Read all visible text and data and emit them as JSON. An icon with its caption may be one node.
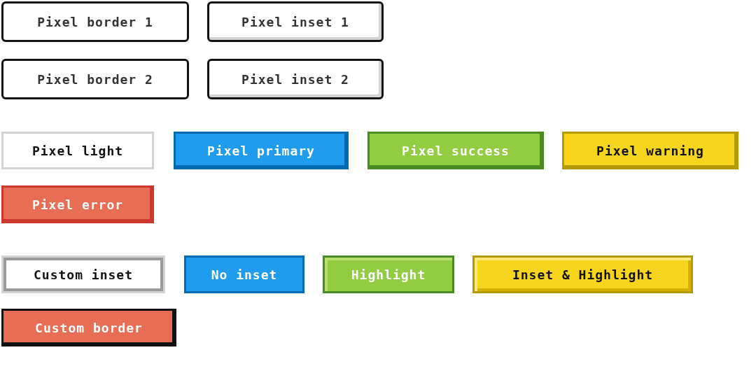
{
  "diagram": {
    "nodes": [
      {
        "text": [
          "Pixel border 1"
        ]
      },
      {
        "text": [
          "Pixel inset 1"
        ]
      },
      {
        "text": [
          "Pixel border 2"
        ]
      },
      {
        "text": [
          "Pixel inset 2"
        ]
      },
      {
        "text": [
          "Pixel light"
        ]
      },
      {
        "text": [
          "Pixel primary"
        ]
      },
      {
        "text": [
          "Pixel success"
        ]
      },
      {
        "text": [
          "Pixel warning"
        ]
      },
      {
        "text": [
          "Pixel error"
        ]
      },
      {
        "text": [
          "Custom inset"
        ]
      },
      {
        "text": [
          "No inset"
        ]
      },
      {
        "text": [
          "Highlight"
        ]
      },
      {
        "text": [
          "Inset & Highlight"
        ]
      },
      {
        "text": [
          "Custom border"
        ]
      }
    ]
  }
}
